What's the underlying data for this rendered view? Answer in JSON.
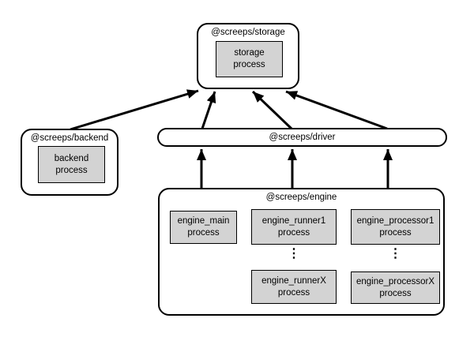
{
  "nodes": {
    "storage": {
      "label": "@screeps/storage",
      "process": "storage\nprocess"
    },
    "backend": {
      "label": "@screeps/backend",
      "process": "backend\nprocess"
    },
    "driver": {
      "label": "@screeps/driver"
    },
    "engine": {
      "label": "@screeps/engine",
      "main_process": "engine_main\nprocess",
      "runner1_process": "engine_runner1\nprocess",
      "runnerX_process": "engine_runnerX\nprocess",
      "processor1_process": "engine_processor1\nprocess",
      "processorX_process": "engine_processorX\nprocess"
    }
  },
  "glyphs": {
    "vertical_ellipsis": "⋮"
  },
  "colors": {
    "background": "#ffffff",
    "container_fill": "#ffffff",
    "process_fill": "#d3d3d3",
    "stroke": "#000000"
  },
  "edges": [
    {
      "from": "backend",
      "to": "storage"
    },
    {
      "from": "driver",
      "to": "storage"
    },
    {
      "from": "driver",
      "to": "storage"
    },
    {
      "from": "driver",
      "to": "storage"
    },
    {
      "from": "engine",
      "to": "driver"
    },
    {
      "from": "engine",
      "to": "driver"
    },
    {
      "from": "engine",
      "to": "driver"
    }
  ]
}
